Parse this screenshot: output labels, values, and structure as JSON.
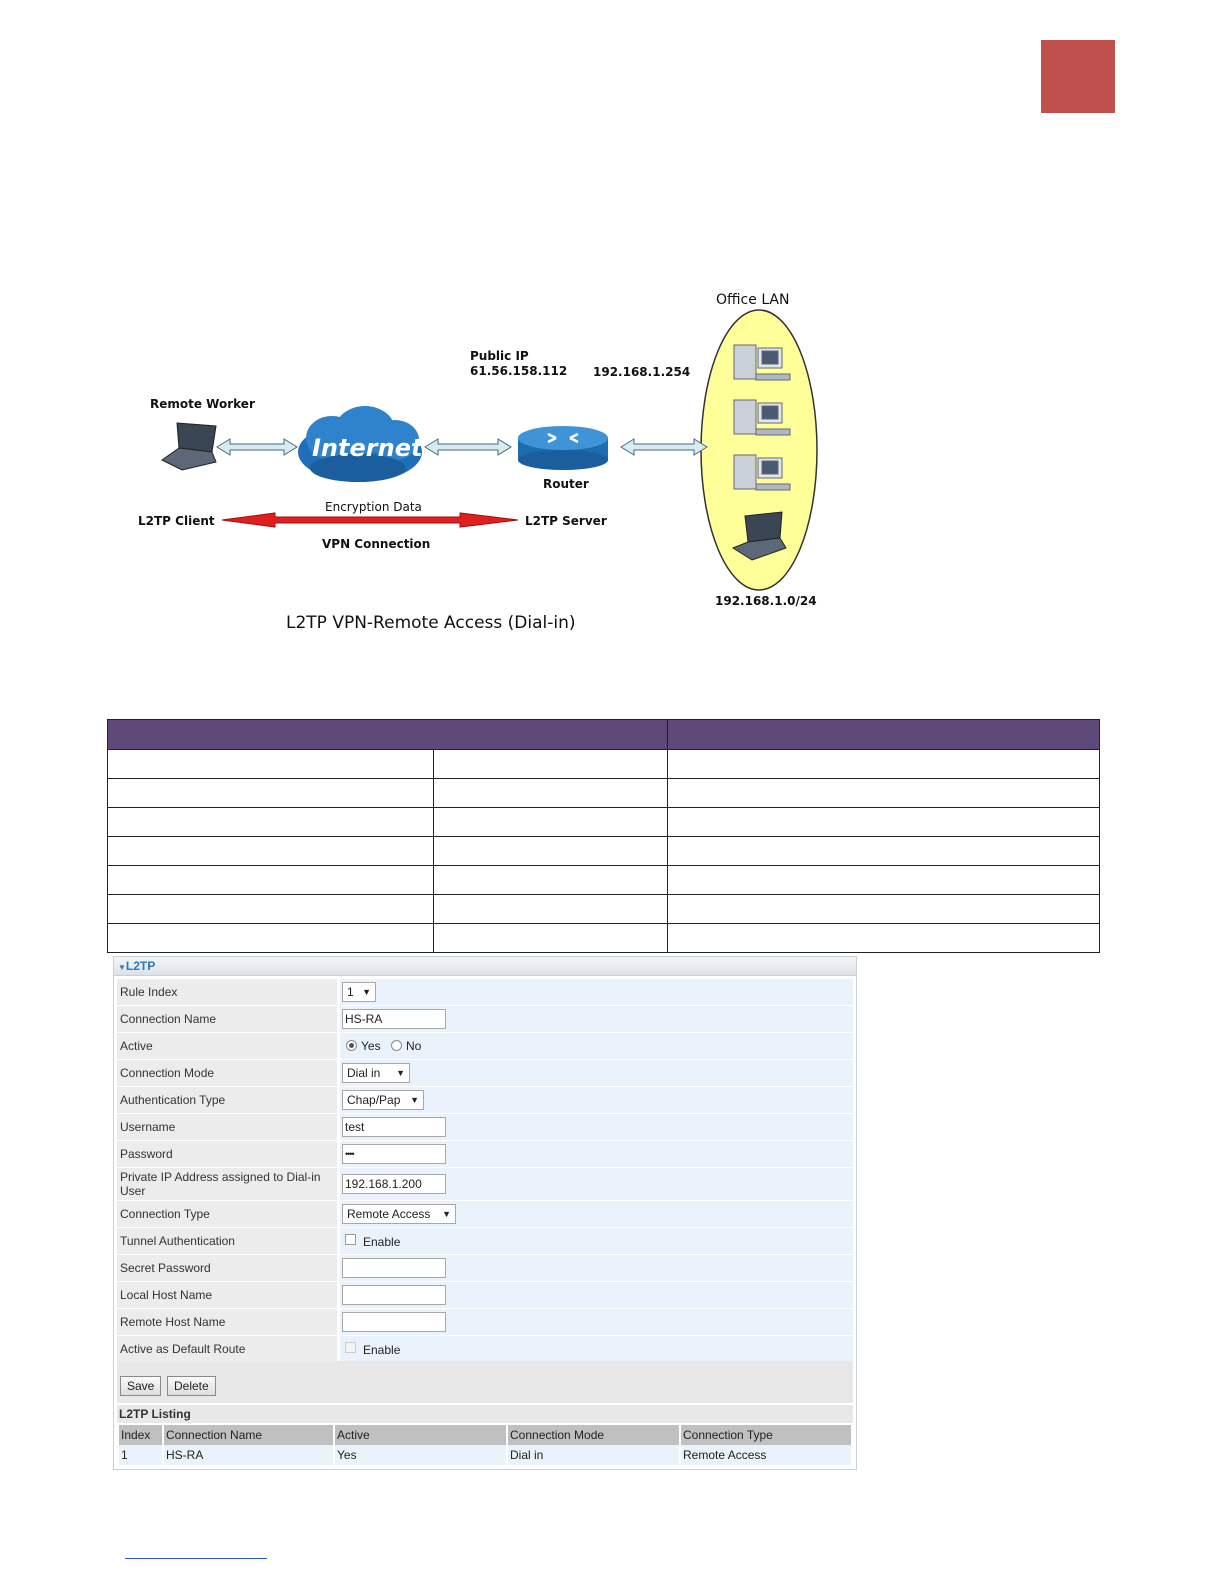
{
  "diagram": {
    "office_lan": "Office LAN",
    "public_ip_label": "Public IP",
    "public_ip": "61.56.158.112",
    "router_ip": "192.168.1.254",
    "remote_worker": "Remote Worker",
    "internet": "Internet",
    "router": "Router",
    "encryption": "Encryption Data",
    "client": "L2TP Client",
    "server": "L2TP Server",
    "vpn": "VPN Connection",
    "subnet": "192.168.1.0/24",
    "caption": "L2TP VPN-Remote Access (Dial-in)"
  },
  "colors": {
    "accent": "#c0504d",
    "table_header": "#5f497a",
    "lan": "#ffff99",
    "vpn_arrow": "#e02020"
  },
  "form": {
    "title": "L2TP",
    "rule_index": {
      "label": "Rule Index",
      "value": "1"
    },
    "connection_name": {
      "label": "Connection Name",
      "value": "HS-RA"
    },
    "active": {
      "label": "Active",
      "yes": "Yes",
      "no": "No"
    },
    "connection_mode": {
      "label": "Connection Mode",
      "value": "Dial in"
    },
    "auth_type": {
      "label": "Authentication Type",
      "value": "Chap/Pap"
    },
    "username": {
      "label": "Username",
      "value": "test"
    },
    "password": {
      "label": "Password",
      "value": "••••"
    },
    "private_ip": {
      "label": "Private IP Address assigned to Dial-in User",
      "value": "192.168.1.200"
    },
    "connection_type": {
      "label": "Connection Type",
      "value": "Remote Access"
    },
    "tunnel_auth": {
      "label": "Tunnel Authentication",
      "option": "Enable"
    },
    "secret_password": {
      "label": "Secret Password",
      "value": ""
    },
    "local_host": {
      "label": "Local Host Name",
      "value": ""
    },
    "remote_host": {
      "label": "Remote Host Name",
      "value": ""
    },
    "default_route": {
      "label": "Active as Default Route",
      "option": "Enable"
    },
    "save": "Save",
    "delete": "Delete"
  },
  "listing": {
    "title": "L2TP Listing",
    "headers": [
      "Index",
      "Connection Name",
      "Active",
      "Connection Mode",
      "Connection Type"
    ],
    "rows": [
      [
        "1",
        "HS-RA",
        "Yes",
        "Dial in",
        "Remote Access"
      ]
    ]
  }
}
